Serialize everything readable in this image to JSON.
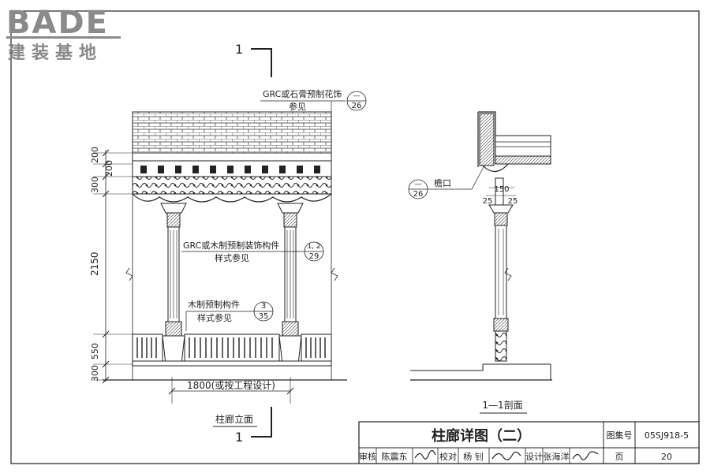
{
  "logo": {
    "wordmark": "BADE",
    "subtitle": "建装基地"
  },
  "section_marks": {
    "top": "1",
    "bottom": "1"
  },
  "elevation": {
    "dims_left": [
      "200",
      "200",
      "300",
      "2150",
      "550",
      "300"
    ],
    "width_dim": "1800(或按工程设计)",
    "title": "柱廊立面",
    "notes": [
      {
        "line1": "GRC或石膏预制花饰",
        "line2": "参见",
        "ref_top": "—",
        "ref_bottom": "26"
      },
      {
        "line1": "GRC或木制预制装饰构件",
        "line2": "样式参见",
        "ref_top": "1, 2",
        "ref_bottom": "29"
      },
      {
        "line1": "木制预制构件",
        "line2": "样式参见",
        "ref_top": "3",
        "ref_bottom": "35"
      }
    ]
  },
  "section": {
    "title": "1—1剖面",
    "eave_label": "檐口",
    "eave_ref_top": "—",
    "eave_ref_bottom": "26",
    "dim_top": "150",
    "dim_left": "25",
    "dim_right": "25"
  },
  "title_block": {
    "title": "柱廊详图（二）",
    "atlas_label": "图集号",
    "atlas_no": "05SJ918-5",
    "review_label": "审核",
    "reviewer": "陈震东",
    "check_label": "校对",
    "checker": "杨 钊",
    "design_label": "设计",
    "designer": "张海洋",
    "page_label": "页",
    "page_no": "20"
  }
}
